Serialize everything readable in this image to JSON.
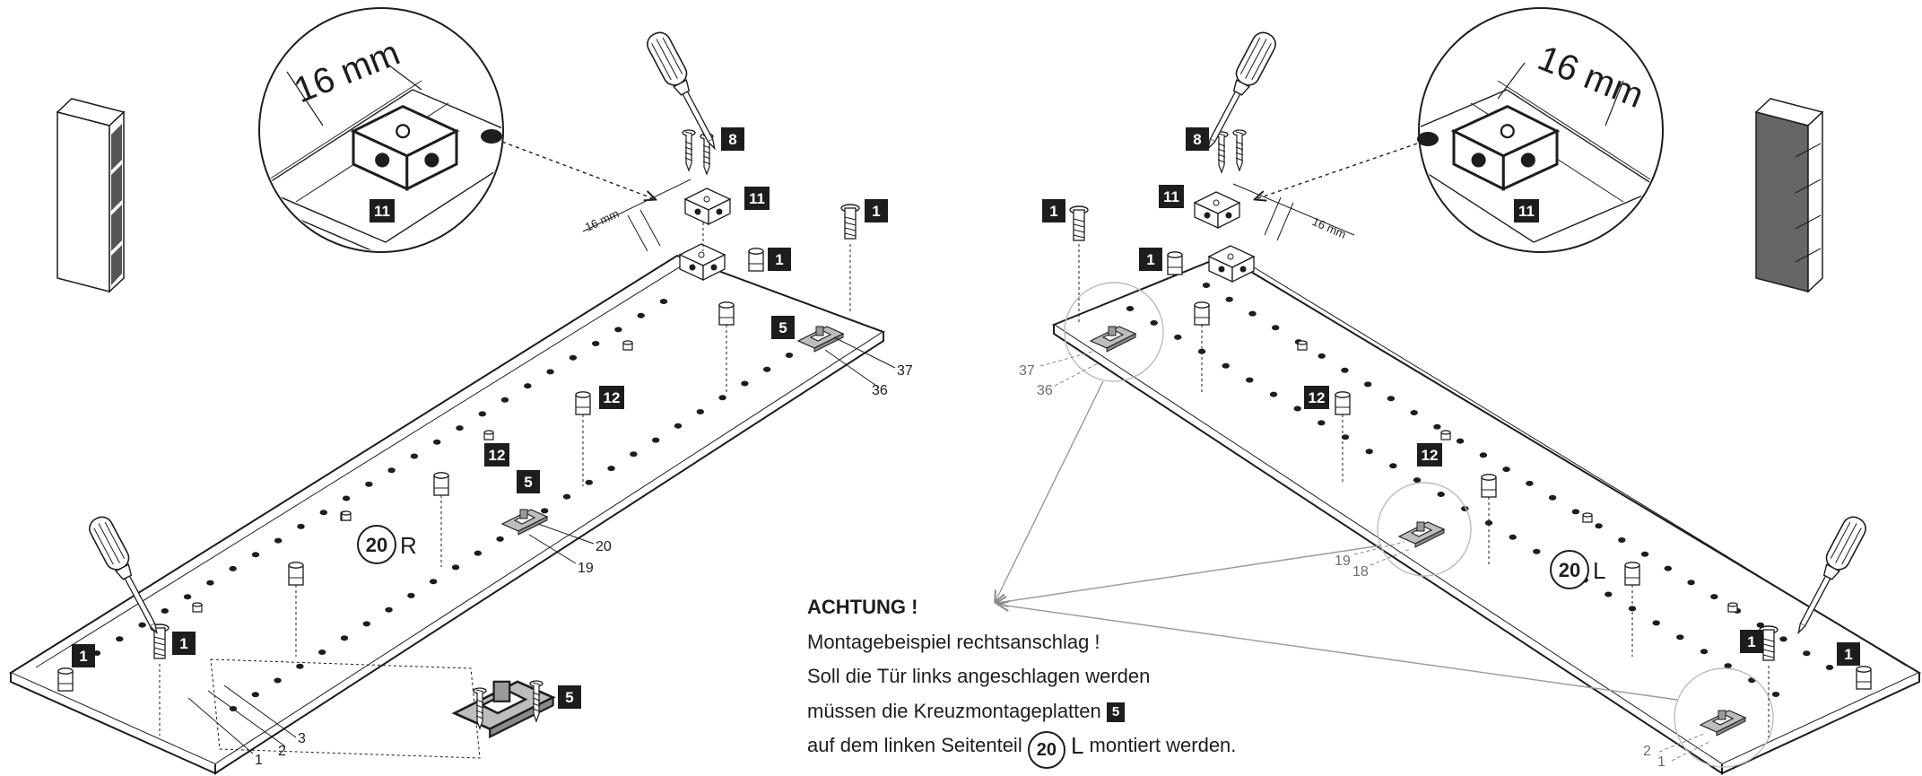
{
  "dimension_label": "16 mm",
  "dimension_label_small": "16 mm",
  "part_tags": {
    "screw": "8",
    "connector": "11",
    "dowel": "1",
    "hinge_plate": "5",
    "shelf_support": "12"
  },
  "left_panel": {
    "number": "20",
    "side": "R",
    "callouts": [
      "37",
      "36",
      "20",
      "19",
      "1",
      "2",
      "3"
    ]
  },
  "right_panel": {
    "number": "20",
    "side": "L",
    "callouts": [
      "37",
      "36",
      "19",
      "18",
      "2",
      "1"
    ]
  },
  "note": {
    "heading": "ACHTUNG !",
    "line1": "Montagebeispiel rechtsanschlag !",
    "line2": "Soll die Tür links angeschlagen werden",
    "line3_text": "müssen die Kreuzmontageplatten",
    "line3_tag": "5",
    "line4_pre": "auf dem linken Seitenteil",
    "line4_number": "20",
    "line4_side": "L",
    "line4_post": "montiert werden."
  }
}
